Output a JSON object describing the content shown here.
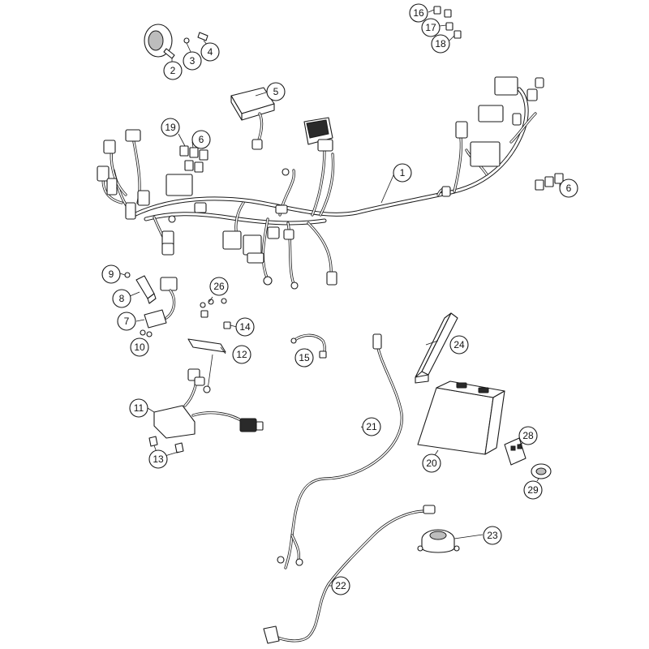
{
  "callouts": {
    "c1": "1",
    "c2": "2",
    "c3": "3",
    "c4": "4",
    "c5": "5",
    "c6a": "6",
    "c6b": "6",
    "c7": "7",
    "c8": "8",
    "c9": "9",
    "c10": "10",
    "c11": "11",
    "c12": "12",
    "c13": "13",
    "c14": "14",
    "c15": "15",
    "c16": "16",
    "c17": "17",
    "c18": "18",
    "c19": "19",
    "c20": "20",
    "c21": "21",
    "c22": "22",
    "c23": "23",
    "c24": "24",
    "c26": "26",
    "c28": "28",
    "c29": "29"
  }
}
